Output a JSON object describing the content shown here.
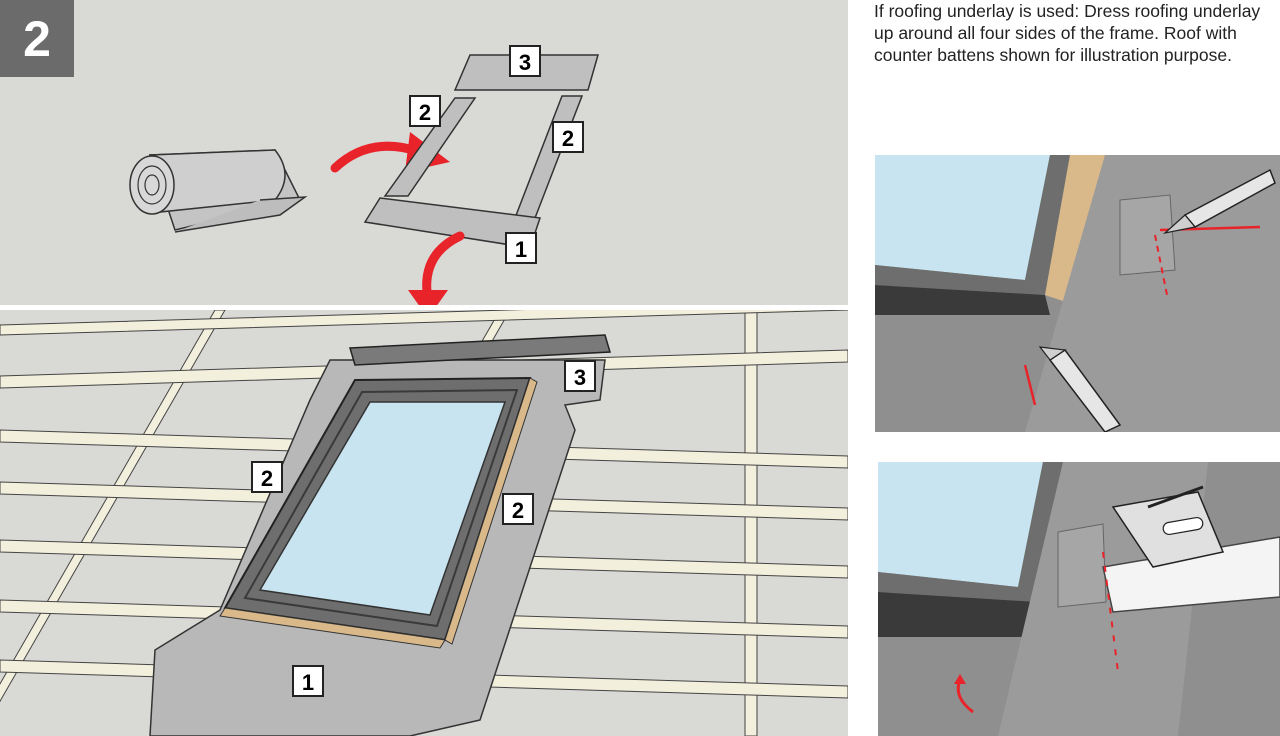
{
  "step_number": "2",
  "instruction_text": "If roofing underlay is used: Dress roofing underlay\nup around all four sides of the frame. Roof with\ncounter battens shown for illustration purpose.",
  "top_panel": {
    "labels": [
      "3",
      "2",
      "2",
      "1"
    ]
  },
  "main_panel": {
    "labels": [
      "3",
      "2",
      "2",
      "1"
    ]
  },
  "colors": {
    "background": "#d9d9d6",
    "underlay": "#b8b8b8",
    "frame": "#6e6e6e",
    "glass": "#c8e4f0",
    "batten": "#f3efdd",
    "arrow": "#e8242a",
    "badge": "#6b6b6b"
  },
  "icons": [
    "underlay-roll-icon",
    "curved-arrow-icon",
    "knife-icon",
    "stapler-icon"
  ]
}
